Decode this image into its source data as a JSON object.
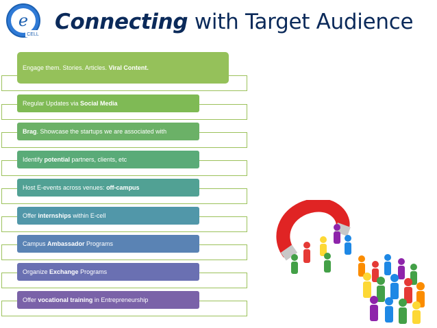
{
  "title": {
    "em": "Connecting",
    "rest": " with Target Audience"
  },
  "logo": {
    "letter": "e",
    "caption": "CELL"
  },
  "items": [
    {
      "parts": [
        {
          "t": "Engage them. Stories. Articles. ",
          "b": false
        },
        {
          "t": "Viral Content.",
          "b": true
        }
      ],
      "color": "#95c15a"
    },
    {
      "parts": [
        {
          "t": "Regular Updates via ",
          "b": false
        },
        {
          "t": "Social Media",
          "b": true
        }
      ],
      "color": "#7fba55"
    },
    {
      "parts": [
        {
          "t": "Brag",
          "b": true
        },
        {
          "t": ". Showcase the startups we are associated with",
          "b": false
        }
      ],
      "color": "#6bb167"
    },
    {
      "parts": [
        {
          "t": "Identify ",
          "b": false
        },
        {
          "t": "potential",
          "b": true
        },
        {
          "t": " partners, clients, etc",
          "b": false
        }
      ],
      "color": "#5aab78"
    },
    {
      "parts": [
        {
          "t": "Host E-events across venues: ",
          "b": false
        },
        {
          "t": "off-campus",
          "b": true
        }
      ],
      "color": "#51a194"
    },
    {
      "parts": [
        {
          "t": "Offer ",
          "b": false
        },
        {
          "t": "internships",
          "b": true
        },
        {
          "t": " within E-cell",
          "b": false
        }
      ],
      "color": "#5197a9"
    },
    {
      "parts": [
        {
          "t": "Campus ",
          "b": false
        },
        {
          "t": "Ambassador",
          "b": true
        },
        {
          "t": " Programs",
          "b": false
        }
      ],
      "color": "#5a83b4"
    },
    {
      "parts": [
        {
          "t": "Organize ",
          "b": false
        },
        {
          "t": "Exchange",
          "b": true
        },
        {
          "t": " Programs",
          "b": false
        }
      ],
      "color": "#6a70b2"
    },
    {
      "parts": [
        {
          "t": "Offer ",
          "b": false
        },
        {
          "t": "vocational training",
          "b": true
        },
        {
          "t": " in Entrepreneurship",
          "b": false
        }
      ],
      "color": "#7a62a8"
    }
  ]
}
